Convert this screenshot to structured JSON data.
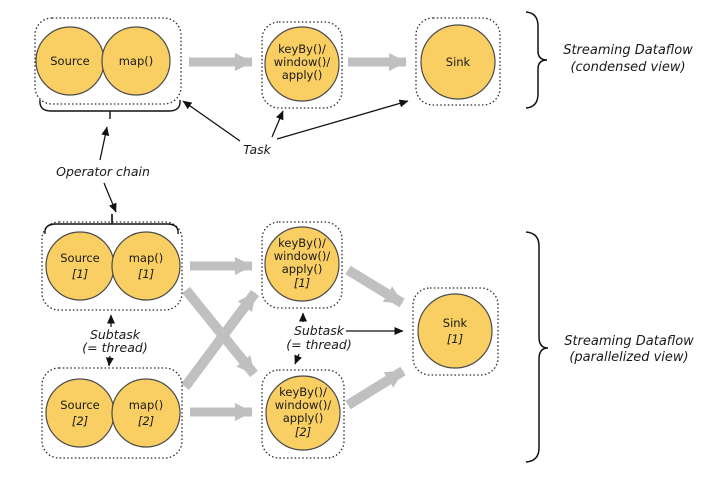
{
  "colors": {
    "node_fill": "#F9CE63",
    "node_stroke": "#4A4A4A",
    "thick_arrow": "#C0C0C0",
    "thin_arrow": "#111111"
  },
  "condensed": {
    "source": "Source",
    "map": "map()",
    "keyby": [
      "keyBy()/",
      "window()/",
      "apply()"
    ],
    "sink": "Sink",
    "caption": [
      "Streaming Dataflow",
      "(condensed view)"
    ]
  },
  "labels": {
    "task": "Task",
    "operator_chain": "Operator chain",
    "subtask": "Subtask",
    "thread": "(= thread)"
  },
  "parallel": {
    "source": "Source",
    "map": "map()",
    "keyby": [
      "keyBy()/",
      "window()/",
      "apply()"
    ],
    "sink": "Sink",
    "idx1": "[1]",
    "idx2": "[2]",
    "caption": [
      "Streaming Dataflow",
      "(parallelized view)"
    ]
  }
}
